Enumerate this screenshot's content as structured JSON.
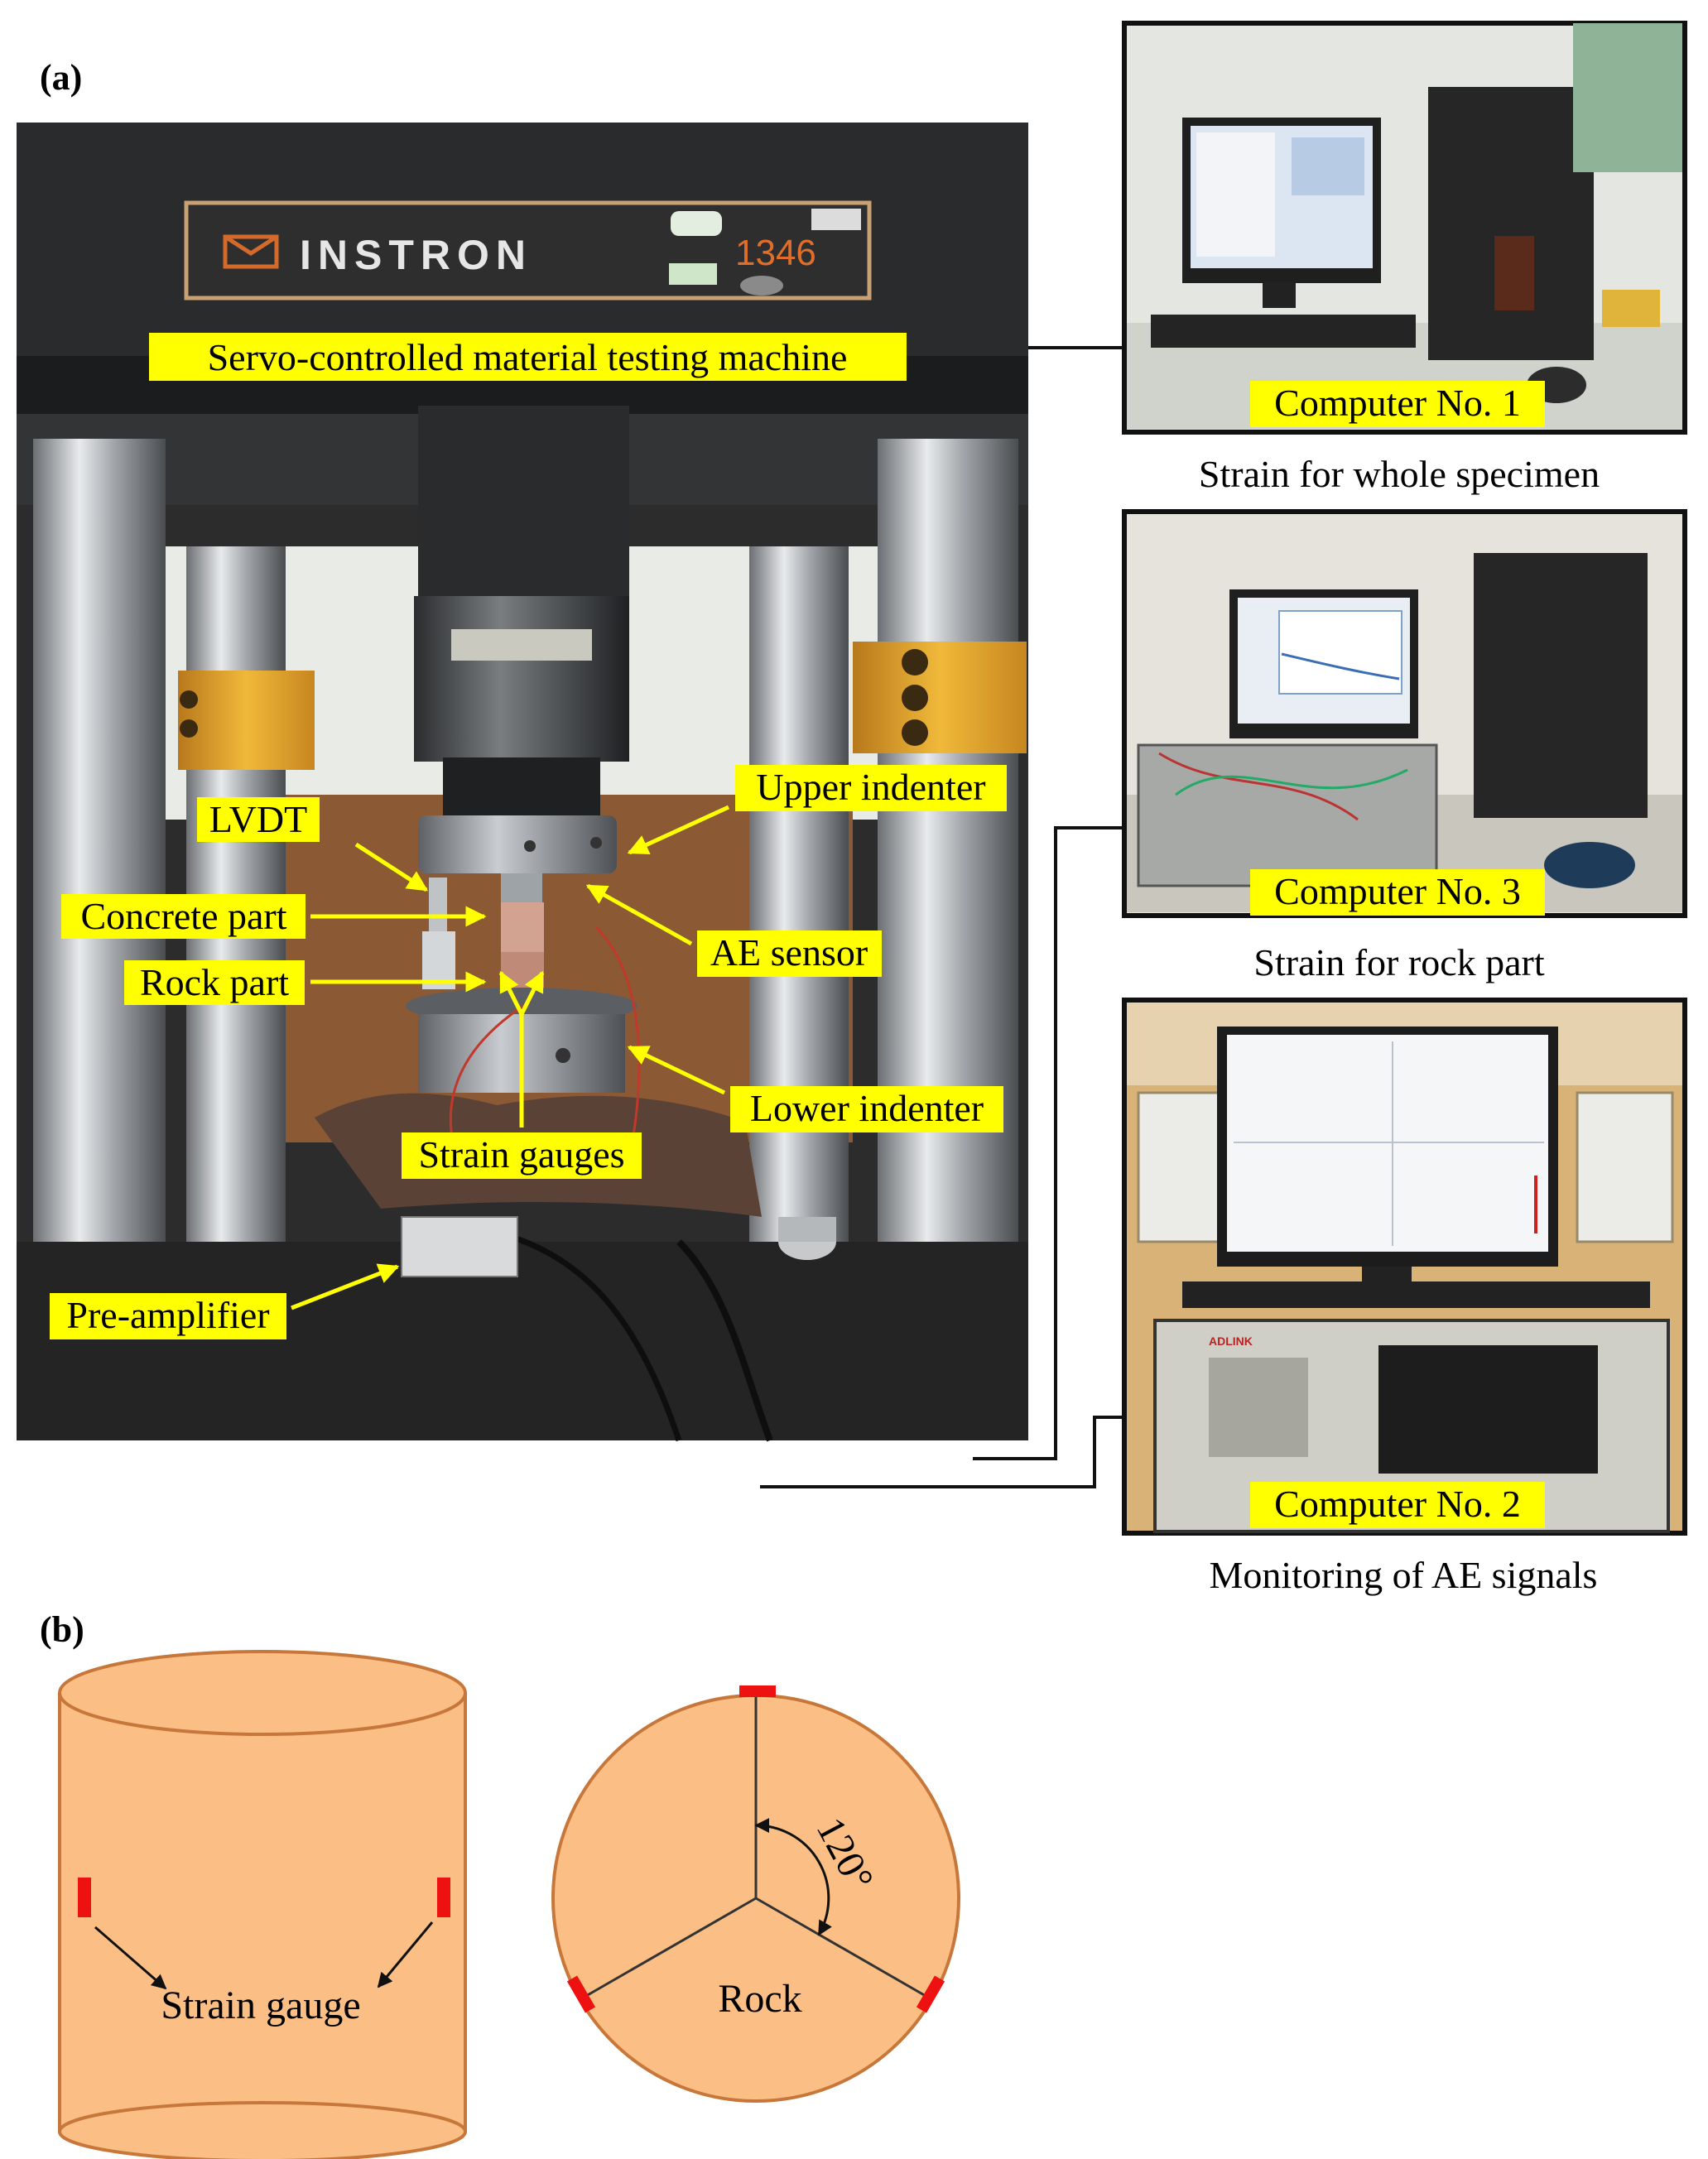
{
  "panel_a": {
    "tag": "(a)",
    "machine": {
      "brand": "INSTRON",
      "model": "1346",
      "title_label": "Servo-controlled material testing machine"
    },
    "callouts": {
      "lvdt": "LVDT",
      "concrete_part": "Concrete part",
      "rock_part": "Rock part",
      "upper_indenter": "Upper indenter",
      "ae_sensor": "AE sensor",
      "lower_indenter": "Lower indenter",
      "strain_gauges": "Strain gauges",
      "pre_amplifier": "Pre-amplifier"
    },
    "computers": [
      {
        "label": "Computer No. 1",
        "caption": "Strain for whole specimen"
      },
      {
        "label": "Computer No. 3",
        "caption": "Strain for rock part"
      },
      {
        "label": "Computer No. 2",
        "caption": "Monitoring of AE signals"
      }
    ],
    "ae_chassis_brand": "ADLINK",
    "colors": {
      "label_bg": "#ffff00",
      "arrow": "#ffff00",
      "frame": "#111111"
    }
  },
  "panel_b": {
    "tag": "(b)",
    "cylinder_label": "Strain gauge",
    "section_label": "Rock",
    "angle_label": "120°",
    "colors": {
      "fill": "#fbbf86",
      "outline": "#c7773a",
      "gauge": "#ee1111"
    }
  }
}
